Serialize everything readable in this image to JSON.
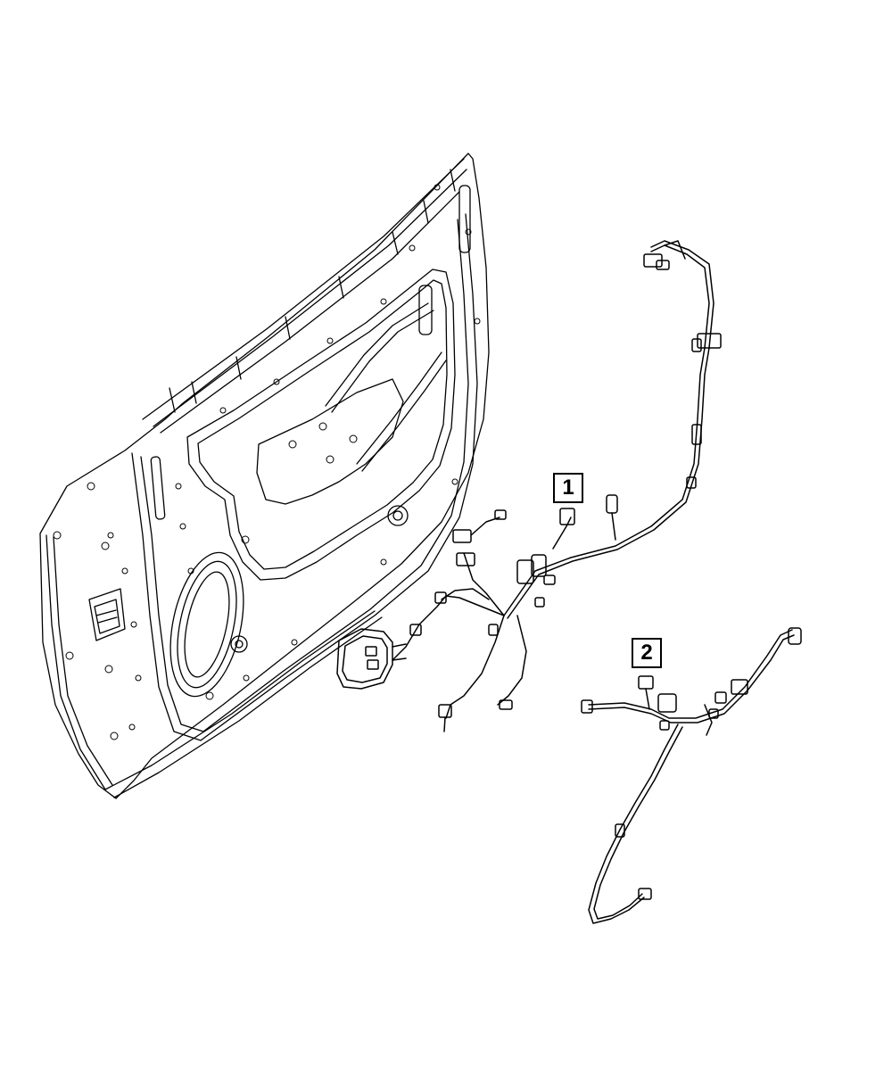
{
  "callouts": [
    {
      "label": "1",
      "part": "wiring-harness-front-door"
    },
    {
      "label": "2",
      "part": "wiring-harness-door-jumper"
    }
  ],
  "colors": {
    "line": "#000000",
    "background": "#ffffff"
  }
}
